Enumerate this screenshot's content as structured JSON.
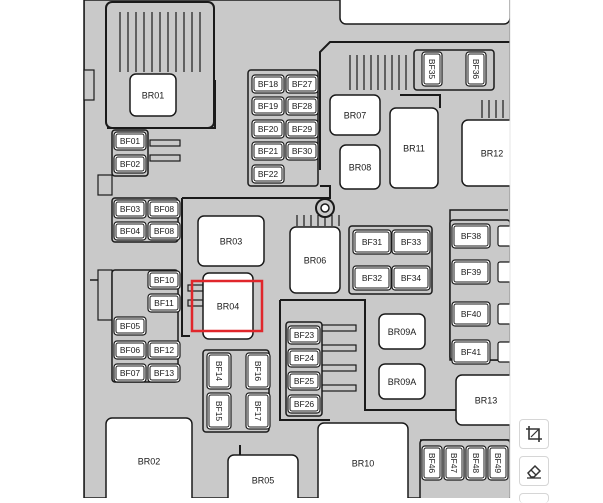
{
  "relays": {
    "BR01": "BR01",
    "BR02": "BR02",
    "BR03": "BR03",
    "BR04": "BR04",
    "BR05": "BR05",
    "BR06": "BR06",
    "BR07": "BR07",
    "BR08": "BR08",
    "BR09A_1": "BR09A",
    "BR09A_2": "BR09A",
    "BR10": "BR10",
    "BR11": "BR11",
    "BR12": "BR12",
    "BR13": "BR13"
  },
  "fuses": {
    "BF01": "BF01",
    "BF02": "BF02",
    "BF03": "BF03",
    "BF04": "BF04",
    "BF05": "BF05",
    "BF06": "BF06",
    "BF07": "BF07",
    "BF08a": "BF08",
    "BF08b": "BF08",
    "BF10": "BF10",
    "BF11": "BF11",
    "BF12": "BF12",
    "BF13": "BF13",
    "BF14": "BF14",
    "BF15": "BF15",
    "BF16": "BF16",
    "BF17": "BF17",
    "BF18": "BF18",
    "BF19": "BF19",
    "BF20": "BF20",
    "BF21": "BF21",
    "BF22": "BF22",
    "BF23": "BF23",
    "BF24": "BF24",
    "BF25": "BF25",
    "BF26": "BF26",
    "BF27": "BF27",
    "BF28": "BF28",
    "BF29": "BF29",
    "BF30": "BF30",
    "BF31": "BF31",
    "BF32": "BF32",
    "BF33": "BF33",
    "BF34": "BF34",
    "BF35": "BF35",
    "BF36": "BF36",
    "BF38": "BF38",
    "BF39": "BF39",
    "BF40": "BF40",
    "BF41": "BF41",
    "BF46": "BF46",
    "BF47": "BF47",
    "BF48": "BF48",
    "BF49": "BF49"
  },
  "highlight": {
    "target": "BR04",
    "color": "#e0262b"
  },
  "colors": {
    "panel": "#c9c9c9",
    "outline": "#1a1a1a",
    "component": "#ffffff"
  },
  "toolbar": {
    "crop_icon": "crop-icon",
    "eraser_icon": "eraser-icon"
  }
}
